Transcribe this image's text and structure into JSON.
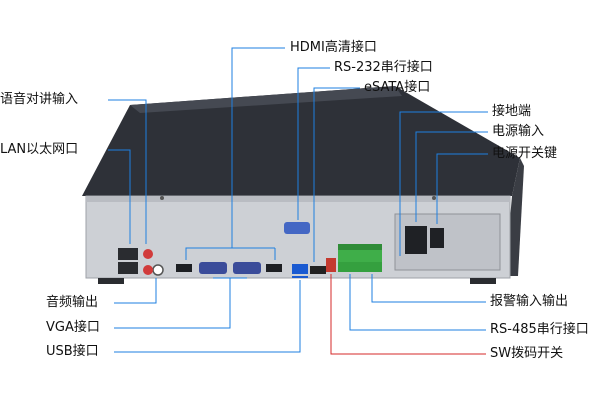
{
  "labels": {
    "hdmi": "HDMI高清接口",
    "rs232": "RS-232串行接口",
    "esata": "eSATA接口",
    "audio_intercom": "语音对讲输入",
    "lan": "LAN以太网口",
    "ground": "接地端",
    "power_input": "电源输入",
    "power_switch": "电源开关键",
    "audio_out": "音频输出",
    "vga": "VGA接口",
    "usb": "USB接口",
    "alarm_io": "报警输入输出",
    "rs485": "RS-485串行接口",
    "sw_dip": "SW拨码开关"
  },
  "colors": {
    "leader_line": "#1e7fe0",
    "leader_line_red": "#d62828",
    "chassis_top": "#2c2f36",
    "chassis_panel": "#c9ccd1",
    "terminal_green": "#3fae49"
  }
}
